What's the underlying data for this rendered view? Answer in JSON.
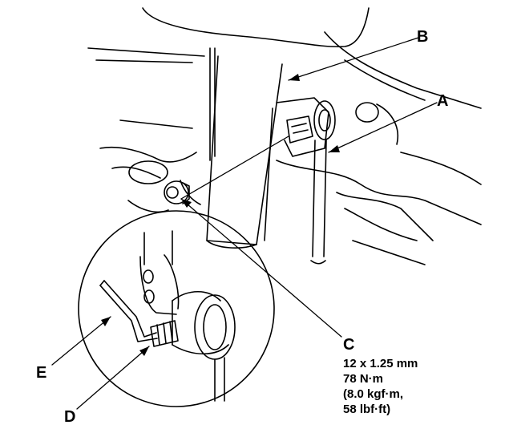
{
  "labels": {
    "A": "A",
    "B": "B",
    "C": "C",
    "D": "D",
    "E": "E"
  },
  "spec_c": {
    "size": "12 x 1.25 mm",
    "torque_nm": "78 N·m",
    "torque_kgfm": "(8.0 kgf·m,",
    "torque_lbfft": "58 lbf·ft)"
  },
  "colors": {
    "ink": "#000000",
    "paper": "#ffffff"
  }
}
